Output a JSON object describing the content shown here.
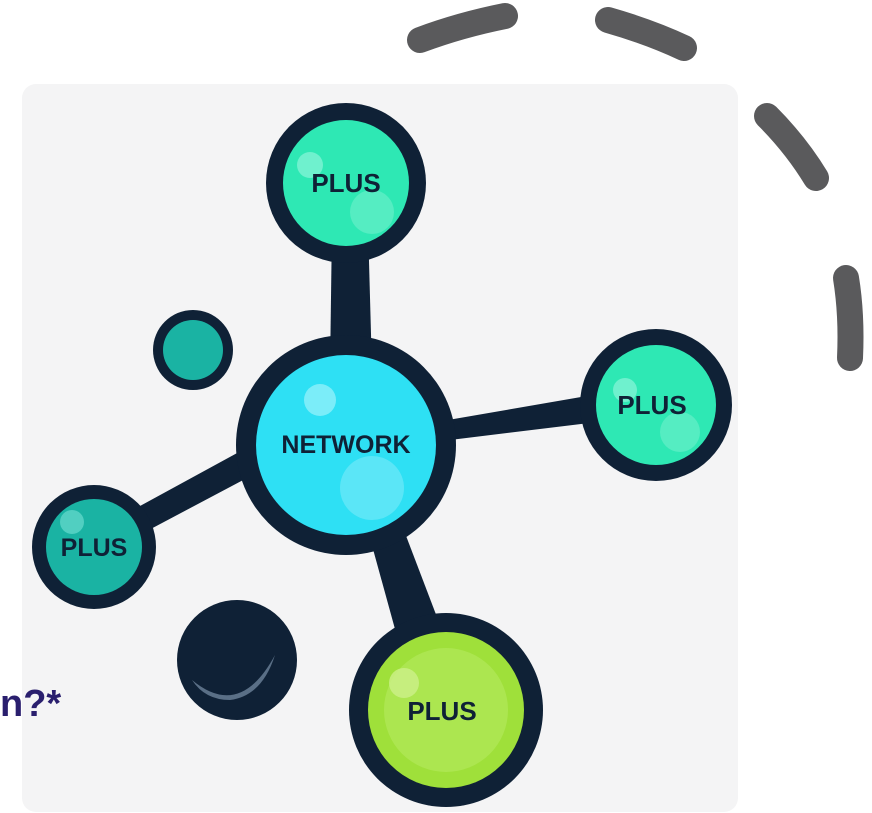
{
  "center_node": {
    "label": "NETWORK",
    "color": "#2ee0f4"
  },
  "satellite_nodes": [
    {
      "id": "top",
      "label": "PLUS",
      "color": "#2ee8b4"
    },
    {
      "id": "right",
      "label": "PLUS",
      "color": "#2ee8b4"
    },
    {
      "id": "left",
      "label": "PLUS",
      "color": "#1ab3a3"
    },
    {
      "id": "bottom",
      "label": "PLUS",
      "color": "#9fe03a"
    }
  ],
  "decorative_nodes": [
    {
      "id": "small-teal",
      "color": "#1ab3a3"
    },
    {
      "id": "dark-moon",
      "color": "#0f2136"
    }
  ],
  "colors": {
    "outline": "#0f2136",
    "card_background": "#f4f4f5",
    "dashed_arc": "#5a5a5c",
    "fragment_text": "#2a1f6e"
  },
  "page_text": {
    "fragment": "n?*"
  }
}
